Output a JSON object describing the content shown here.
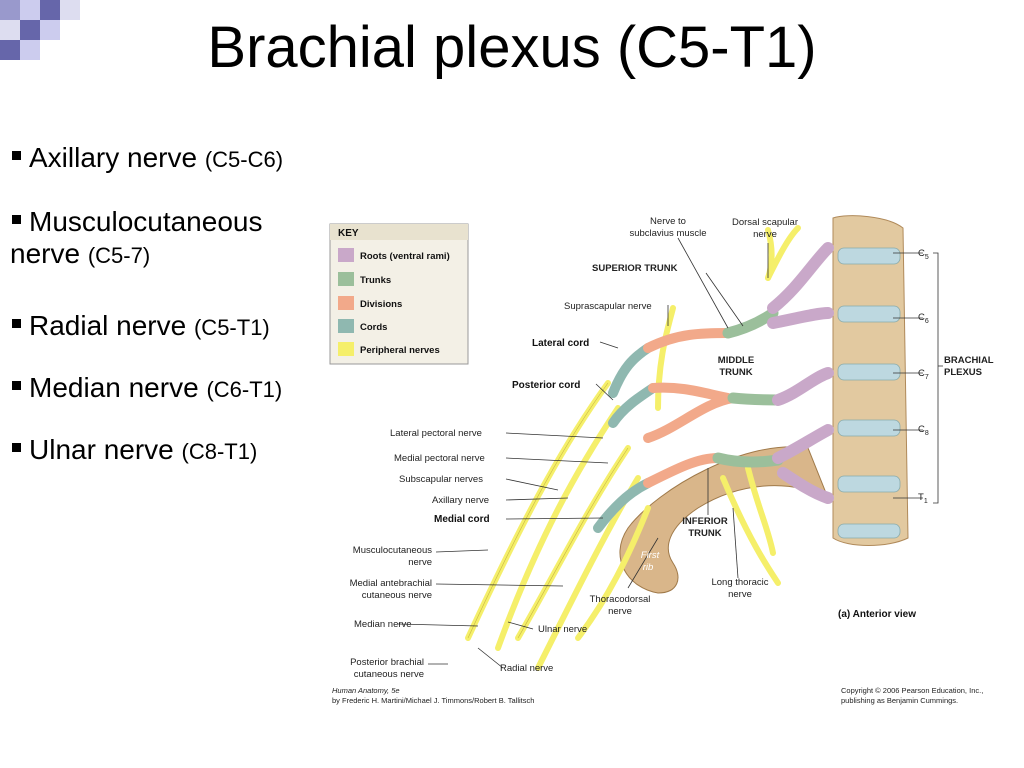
{
  "title": "Brachial plexus (C5-T1)",
  "bullets": [
    {
      "name": "Axillary nerve",
      "range": "(C5-C6)"
    },
    {
      "name": "Musculocutaneous",
      "name2": "nerve",
      "range": "(C5-7)"
    },
    {
      "name": "Radial nerve",
      "range": "(C5-T1)"
    },
    {
      "name": "Median nerve",
      "range": "(C6-T1)"
    },
    {
      "name": "Ulnar nerve",
      "range": "(C8-T1)"
    }
  ],
  "key": {
    "title": "KEY",
    "items": [
      {
        "label": "Roots (ventral rami)",
        "color": "#c9a8c9"
      },
      {
        "label": "Trunks",
        "color": "#9bbf9b"
      },
      {
        "label": "Divisions",
        "color": "#f2a98a"
      },
      {
        "label": "Cords",
        "color": "#8fb8b0"
      },
      {
        "label": "Peripheral nerves",
        "color": "#f5ef6a"
      }
    ]
  },
  "labels": {
    "nerve_to_subclavius": [
      "Nerve to",
      "subclavius muscle"
    ],
    "dorsal_scapular": [
      "Dorsal scapular",
      "nerve"
    ],
    "superior_trunk": "SUPERIOR TRUNK",
    "suprascapular": "Suprascapular nerve",
    "lateral_cord": "Lateral cord",
    "middle_trunk": [
      "MIDDLE",
      "TRUNK"
    ],
    "posterior_cord": "Posterior cord",
    "lateral_pectoral": "Lateral pectoral nerve",
    "medial_pectoral": "Medial pectoral nerve",
    "subscapular": "Subscapular nerves",
    "axillary": "Axillary nerve",
    "medial_cord": "Medial cord",
    "musculocutaneous": [
      "Musculocutaneous",
      "nerve"
    ],
    "medial_antebrachial": [
      "Medial antebrachial",
      "cutaneous nerve"
    ],
    "median": "Median nerve",
    "posterior_brachial": [
      "Posterior brachial",
      "cutaneous nerve"
    ],
    "ulnar": "Ulnar nerve",
    "radial": "Radial nerve",
    "thoracodorsal": [
      "Thoracodorsal",
      "nerve"
    ],
    "first_rib": [
      "First",
      "rib"
    ],
    "inferior_trunk": [
      "INFERIOR",
      "TRUNK"
    ],
    "long_thoracic": [
      "Long thoracic",
      "nerve"
    ],
    "brachial_plexus": [
      "BRACHIAL",
      "PLEXUS"
    ],
    "roots": [
      "C",
      "C",
      "C",
      "C",
      "T"
    ],
    "root_subs": [
      "5",
      "6",
      "7",
      "8",
      "1"
    ],
    "view": "(a)  Anterior view"
  },
  "credits": {
    "book": "Human Anatomy, 5e",
    "authors": "by Frederic H. Martini/Michael J. Timmons/Robert B. Tallitsch",
    "copyright1": "Copyright © 2006 Pearson Education, Inc.,",
    "copyright2": "publishing as Benjamin Cummings."
  }
}
